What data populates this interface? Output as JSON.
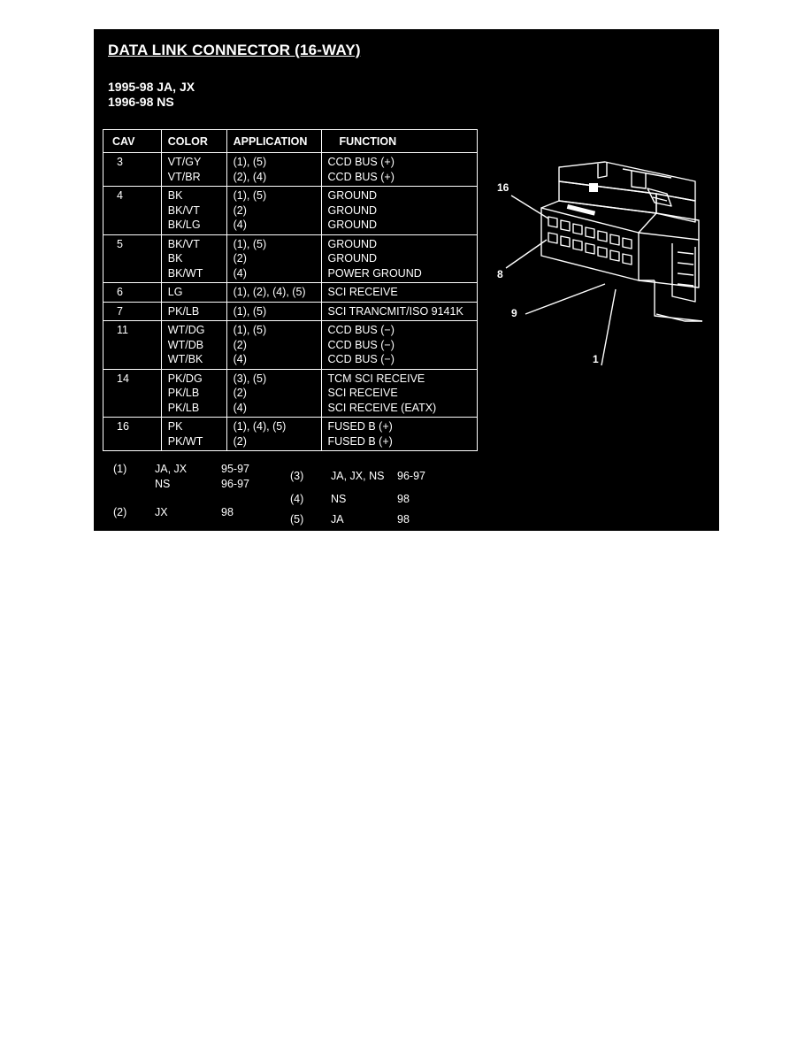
{
  "title": "DATA LINK CONNECTOR (16-WAY)",
  "subtitles": [
    "1995-98 JA, JX",
    "1996-98 NS"
  ],
  "table": {
    "headers": [
      "CAV",
      "COLOR",
      "APPLICATION",
      "FUNCTION"
    ],
    "rows": [
      {
        "cav": "3",
        "colors": [
          "VT/GY",
          "VT/BR"
        ],
        "applications": [
          "(1), (5)",
          "(2), (4)"
        ],
        "functions": [
          "CCD BUS (+)",
          "CCD BUS (+)"
        ]
      },
      {
        "cav": "4",
        "colors": [
          "BK",
          "BK/VT",
          "BK/LG"
        ],
        "applications": [
          "(1), (5)",
          "(2)",
          "(4)"
        ],
        "functions": [
          "GROUND",
          "GROUND",
          "GROUND"
        ]
      },
      {
        "cav": "5",
        "colors": [
          "BK/VT",
          "BK",
          "BK/WT"
        ],
        "applications": [
          "(1), (5)",
          "(2)",
          "(4)"
        ],
        "functions": [
          "GROUND",
          "GROUND",
          "POWER GROUND"
        ]
      },
      {
        "cav": "6",
        "colors": [
          "LG"
        ],
        "applications": [
          "(1), (2), (4), (5)"
        ],
        "functions": [
          "SCI RECEIVE"
        ]
      },
      {
        "cav": "7",
        "colors": [
          "PK/LB"
        ],
        "applications": [
          "(1), (5)"
        ],
        "functions": [
          "SCI TRANCMIT/ISO 9141K"
        ]
      },
      {
        "cav": "11",
        "colors": [
          "WT/DG",
          "WT/DB",
          "WT/BK"
        ],
        "applications": [
          "(1), (5)",
          "(2)",
          "(4)"
        ],
        "functions": [
          "CCD BUS (−)",
          "CCD BUS (−)",
          "CCD BUS (−)"
        ]
      },
      {
        "cav": "14",
        "colors": [
          "PK/DG",
          "PK/LB",
          "PK/LB"
        ],
        "applications": [
          "(3), (5)",
          "(2)",
          "(4)"
        ],
        "functions": [
          "TCM SCI RECEIVE",
          "SCI RECEIVE",
          "SCI RECEIVE (EATX)"
        ]
      },
      {
        "cav": "16",
        "colors": [
          "PK",
          "PK/WT"
        ],
        "applications": [
          "(1), (4), (5)",
          "(2)"
        ],
        "functions": [
          "FUSED B (+)",
          "FUSED B (+)"
        ]
      }
    ]
  },
  "footnotes": {
    "n1": {
      "key": "(1)",
      "models": [
        "JA, JX",
        "NS"
      ],
      "years": [
        "95-97",
        "96-97"
      ]
    },
    "n2": {
      "key": "(2)",
      "models": [
        "JX"
      ],
      "years": [
        "98"
      ]
    },
    "n3": {
      "key": "(3)",
      "models": [
        "JA, JX, NS"
      ],
      "years": [
        "96-97"
      ]
    },
    "n4": {
      "key": "(4)",
      "models": [
        "NS"
      ],
      "years": [
        "98"
      ]
    },
    "n5": {
      "key": "(5)",
      "models": [
        "JA"
      ],
      "years": [
        "98"
      ]
    }
  },
  "connector_pins": {
    "p16": "16",
    "p8": "8",
    "p9": "9",
    "p1": "1"
  },
  "colors": {
    "background": "#000000",
    "foreground": "#ffffff"
  }
}
